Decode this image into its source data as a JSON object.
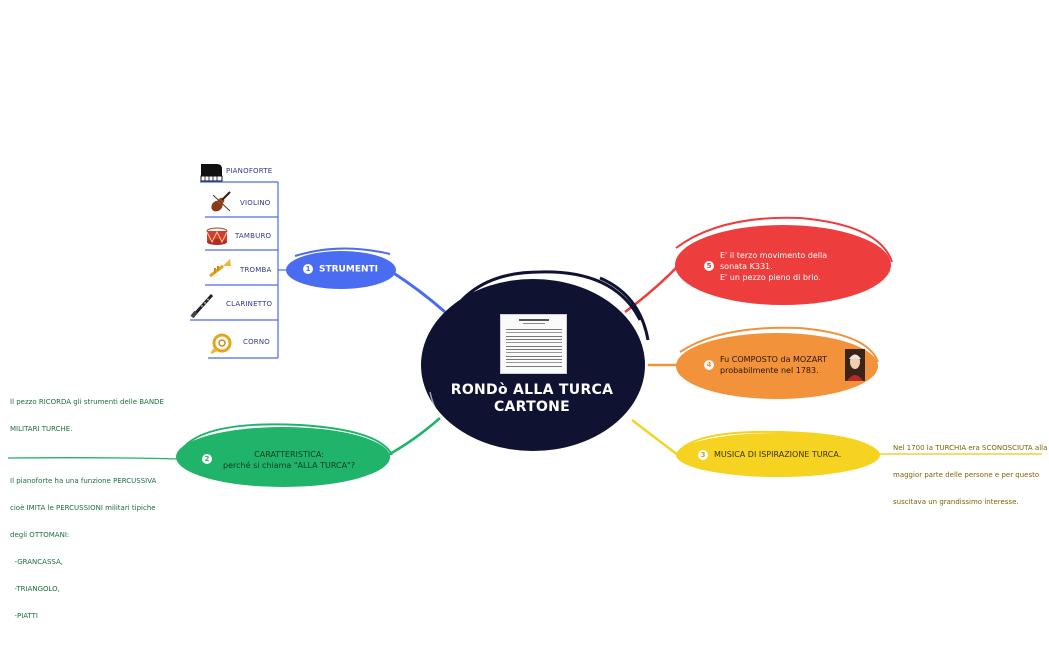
{
  "center": {
    "title_line1": "RONDò ALLA TURCA",
    "title_line2": "CARTONE"
  },
  "branches": {
    "strumenti": {
      "number": "1",
      "label": "STRUMENTI",
      "color": "#4a6cf0"
    },
    "caratteristica": {
      "number": "2",
      "line1": "CARATTERISTICA:",
      "line2": "perché si chiama \"ALLA TURCA\"?",
      "color": "#1fb46a"
    },
    "musica": {
      "number": "3",
      "label": "MUSICA DI ISPIRAZIONE TURCA.",
      "color": "#f6d321"
    },
    "composto": {
      "number": "4",
      "line1": "Fu COMPOSTO da MOZART",
      "line2": "probabilmente nel 1783.",
      "color": "#f2923a"
    },
    "terzo": {
      "number": "5",
      "line1": "E' il terzo movimento della",
      "line2": "sonata K331.",
      "line3": "E' un pezzo pieno di brio.",
      "color": "#ee3d3d"
    }
  },
  "instruments": [
    {
      "label": "PIANOFORTE",
      "icon": "piano-icon"
    },
    {
      "label": "VIOLINO",
      "icon": "violin-icon"
    },
    {
      "label": "TAMBURO",
      "icon": "drum-icon"
    },
    {
      "label": "TROMBA",
      "icon": "trumpet-icon"
    },
    {
      "label": "CLARINETTO",
      "icon": "clarinet-icon"
    },
    {
      "label": "CORNO",
      "icon": "horn-icon"
    }
  ],
  "notes": {
    "left": {
      "l1": "Il pezzo RICORDA gli strumenti delle BANDE",
      "l2": "MILITARI TURCHE.",
      "l3": "Il pianoforte ha una funzione PERCUSSIVA",
      "l4": "cioè IMITA le PERCUSSIONI militari tipiche",
      "l5": "degli OTTOMANI:",
      "l6": "  -GRANCASSA,",
      "l7": "  -TRIANGOLO,",
      "l8": "  -PIATTI"
    },
    "right": {
      "l1": "Nel 1700 la TURCHIA era SCONOSCIUTA alla",
      "l2": "maggior parte delle persone e per questo",
      "l3": "suscitava un grandissimo interesse."
    }
  },
  "colors": {
    "center_fill": "#0f1331",
    "note_left_text": "#1c6e3e",
    "note_right_text": "#7a6306",
    "instrument_text": "#2c3a8a"
  }
}
